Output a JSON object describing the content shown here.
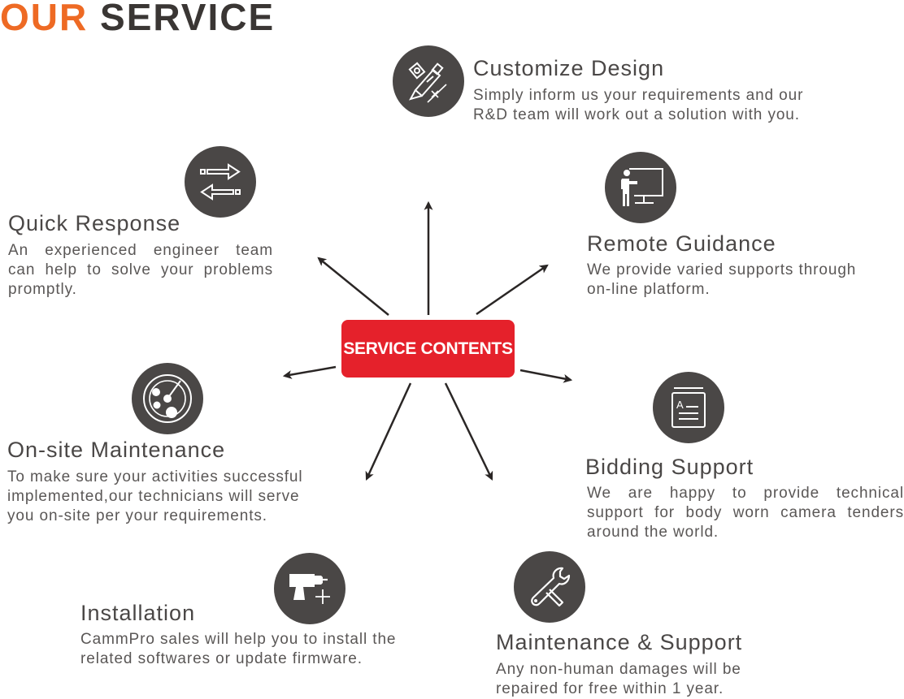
{
  "title": {
    "accent": "OUR",
    "main": "SERVICE"
  },
  "center": {
    "label": "SERVICE CONTENTS",
    "color": "#e5212b"
  },
  "colors": {
    "accent": "#ee6a24",
    "circle": "#4a4746",
    "text": "#4a4746",
    "arrow": "#2a2625"
  },
  "services": {
    "customize": {
      "icon": "pencil-ruler-icon",
      "heading": "Customize Design",
      "lines": [
        "Simply inform us your requirements and our",
        "R&D team will work out a solution with you."
      ]
    },
    "quick": {
      "icon": "exchange-arrows-icon",
      "heading": "Quick Response",
      "lines": [
        "An experienced engineer team",
        "can help to solve your problems",
        "promptly."
      ]
    },
    "remote": {
      "icon": "presenter-screen-icon",
      "heading": "Remote Guidance",
      "lines": [
        "We provide varied supports through",
        "on-line platform."
      ]
    },
    "onsite": {
      "icon": "radar-icon",
      "heading": "On-site Maintenance",
      "lines": [
        "To make sure your activities successful",
        "implemented,our technicians will serve",
        "you on-site per your requirements."
      ]
    },
    "bidding": {
      "icon": "document-icon",
      "heading": "Bidding Support",
      "lines": [
        "We are happy to provide technical",
        "support for body worn camera tenders",
        "around the world."
      ]
    },
    "installation": {
      "icon": "drill-icon",
      "heading": "Installation",
      "lines": [
        "CammPro sales will help you to install the",
        "related softwares or update firmware."
      ]
    },
    "maintenance": {
      "icon": "wrench-icon",
      "heading": "Maintenance & Support",
      "lines": [
        "Any non-human damages will be",
        "repaired for free within 1 year."
      ]
    }
  }
}
